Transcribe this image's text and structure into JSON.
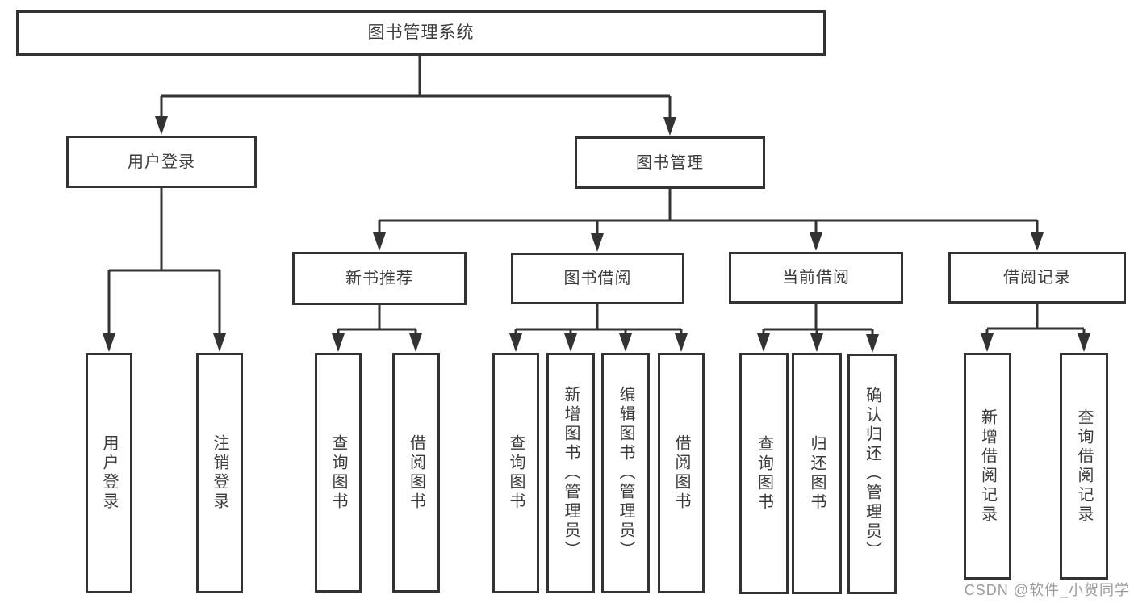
{
  "diagram": {
    "type": "feature-tree",
    "title": "图书管理系统"
  },
  "tree": {
    "label": "图书管理系统",
    "children": [
      {
        "label": "用户登录",
        "children": [
          {
            "label": "用户登录"
          },
          {
            "label": "注销登录"
          }
        ]
      },
      {
        "label": "图书管理",
        "children": [
          {
            "label": "新书推荐",
            "children": [
              {
                "label": "查询图书"
              },
              {
                "label": "借阅图书"
              }
            ]
          },
          {
            "label": "图书借阅",
            "children": [
              {
                "label": "查询图书"
              },
              {
                "label": "新增图书（管理员）"
              },
              {
                "label": "编辑图书（管理员）"
              },
              {
                "label": "借阅图书"
              }
            ]
          },
          {
            "label": "当前借阅",
            "children": [
              {
                "label": "查询图书"
              },
              {
                "label": "归还图书"
              },
              {
                "label": "确认归还（管理员）"
              }
            ]
          },
          {
            "label": "借阅记录",
            "children": [
              {
                "label": "新增借阅记录"
              },
              {
                "label": "查询借阅记录"
              }
            ]
          }
        ]
      }
    ]
  },
  "watermark": {
    "text": "CSDN @软件_小贺同学"
  },
  "colors": {
    "line": "#333333",
    "box_border": "#333333",
    "text": "#3a3a3a",
    "background": "#ffffff",
    "watermark": "#919191"
  }
}
